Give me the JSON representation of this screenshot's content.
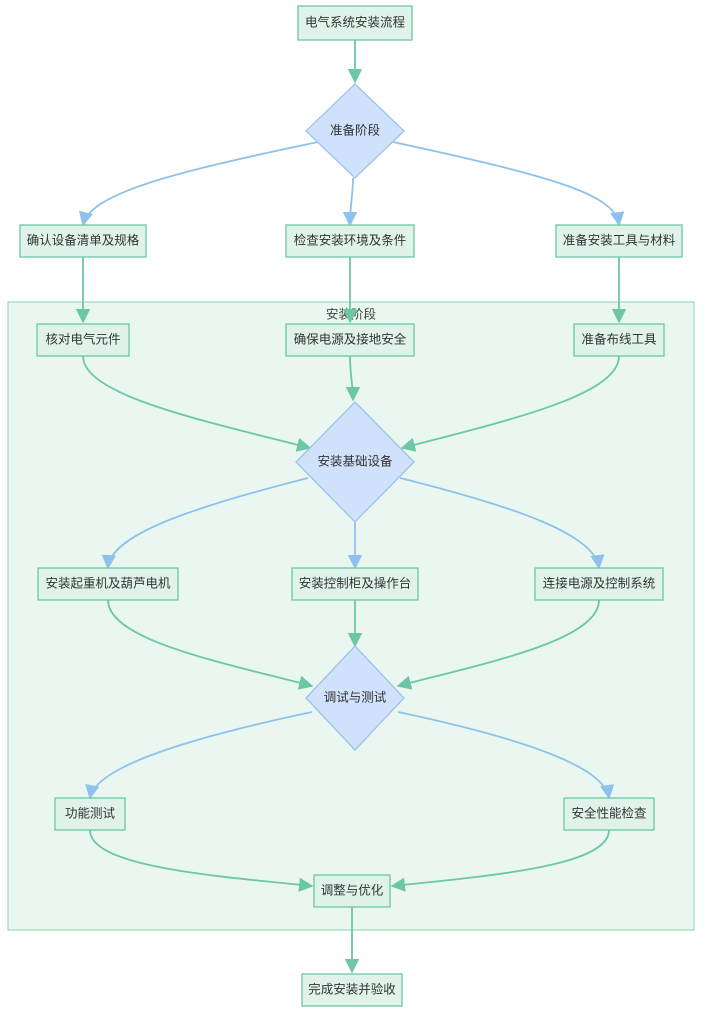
{
  "groups": {
    "install_phase": "安装阶段"
  },
  "nodes": {
    "start": "电气系统安装流程",
    "prep": "准备阶段",
    "confirm_list": "确认设备清单及规格",
    "check_env": "检查安装环境及条件",
    "prep_tools": "准备安装工具与材料",
    "verify_parts": "核对电气元件",
    "ensure_power": "确保电源及接地安全",
    "wiring_tools": "准备布线工具",
    "base_install": "安装基础设备",
    "crane_install": "安装起重机及葫芦电机",
    "console_install": "安装控制柜及操作台",
    "connect_power": "连接电源及控制系统",
    "debug_test": "调试与测试",
    "func_test": "功能测试",
    "safety_check": "安全性能检查",
    "adjust": "调整与优化",
    "finish": "完成安装并验收"
  },
  "colors": {
    "rect_fill": "#dff3ea",
    "rect_stroke": "#6cc7a4",
    "diamond_fill": "#cfe1fb",
    "diamond_stroke": "#9cc3ef",
    "edge_green": "#6cc7a4",
    "edge_blue": "#8cc2ec",
    "group_fill": "#eaf7f1"
  }
}
